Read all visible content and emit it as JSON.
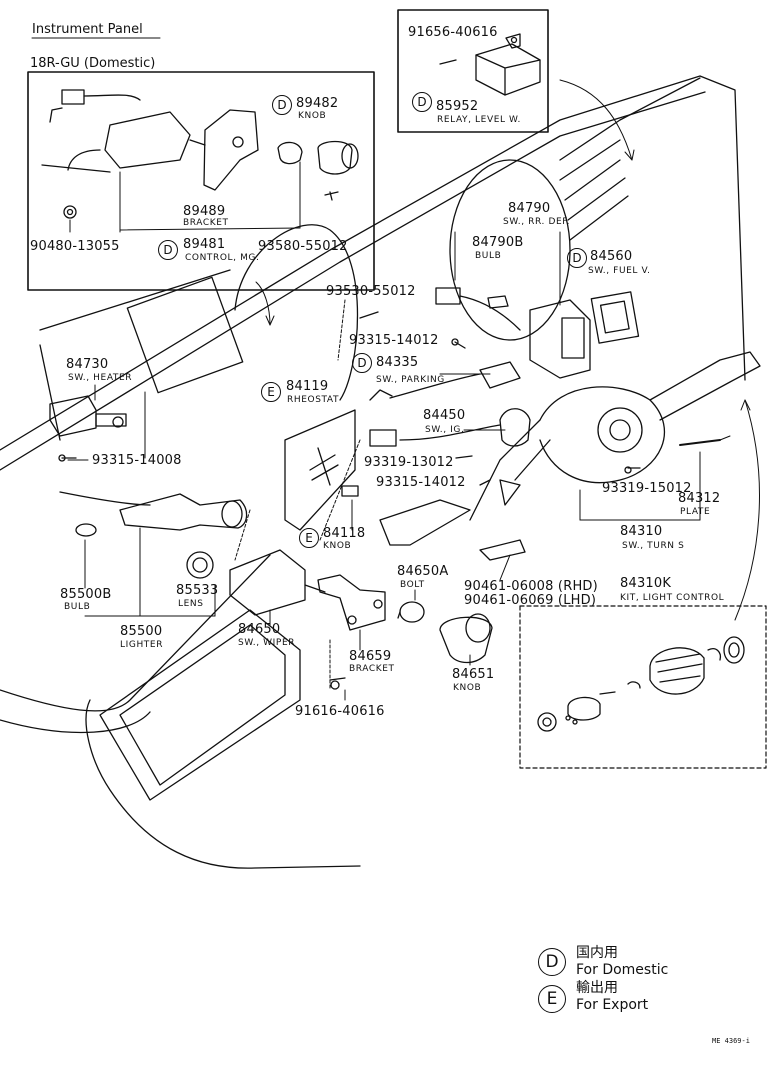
{
  "header": {
    "title": "Instrument Panel",
    "variant": "18R-GU (Domestic)"
  },
  "inset_box": {
    "items": [
      {
        "part_no": "89482",
        "name": "KNOB",
        "market": "D"
      },
      {
        "part_no": "89489",
        "name": "BRACKET"
      },
      {
        "part_no": "89481",
        "name": "CONTROL, MG.",
        "market": "D"
      },
      {
        "part_no": "90480-13055"
      },
      {
        "part_no": "93580-55012"
      }
    ]
  },
  "relay_box": {
    "bolt": "91656-40616",
    "relay": {
      "part_no": "85952",
      "name": "RELAY, LEVEL W.",
      "market": "D"
    }
  },
  "parts": [
    {
      "part_no": "84790",
      "name": "SW., RR. DEF."
    },
    {
      "part_no": "84790B",
      "name": "BULB"
    },
    {
      "part_no": "84560",
      "name": "SW., FUEL V.",
      "market": "D"
    },
    {
      "part_no": "93530-55012"
    },
    {
      "part_no": "93315-14012"
    },
    {
      "part_no": "84335",
      "name": "SW., PARKING",
      "market": "D"
    },
    {
      "part_no": "84730",
      "name": "SW., HEATER"
    },
    {
      "part_no": "84119",
      "name": "RHEOSTAT",
      "market": "E"
    },
    {
      "part_no": "84450",
      "name": "SW., IG."
    },
    {
      "part_no": "93315-14008"
    },
    {
      "part_no": "93319-13012"
    },
    {
      "part_no": "93315-14012"
    },
    {
      "part_no": "93319-15012"
    },
    {
      "part_no": "84312",
      "name": "PLATE"
    },
    {
      "part_no": "84310",
      "name": "SW., TURN S"
    },
    {
      "part_no": "84118",
      "name": "KNOB",
      "market": "E"
    },
    {
      "part_no": "84650A",
      "name": "BOLT"
    },
    {
      "part_no": "90461-06008 (RHD)"
    },
    {
      "part_no": "90461-06069 (LHD)"
    },
    {
      "part_no": "84310K",
      "name": "KIT, LIGHT CONTROL"
    },
    {
      "part_no": "85500B",
      "name": "BULB"
    },
    {
      "part_no": "85533",
      "name": "LENS"
    },
    {
      "part_no": "85500",
      "name": "LIGHTER"
    },
    {
      "part_no": "84650",
      "name": "SW., WIPER"
    },
    {
      "part_no": "84659",
      "name": "BRACKET"
    },
    {
      "part_no": "84651",
      "name": "KNOB"
    },
    {
      "part_no": "91616-40616"
    }
  ],
  "legend": [
    {
      "symbol": "D",
      "jp": "国内用",
      "en": "For Domestic"
    },
    {
      "symbol": "E",
      "jp": "輸出用",
      "en": "For Export"
    }
  ],
  "drawing_code": "ME 4369-i"
}
